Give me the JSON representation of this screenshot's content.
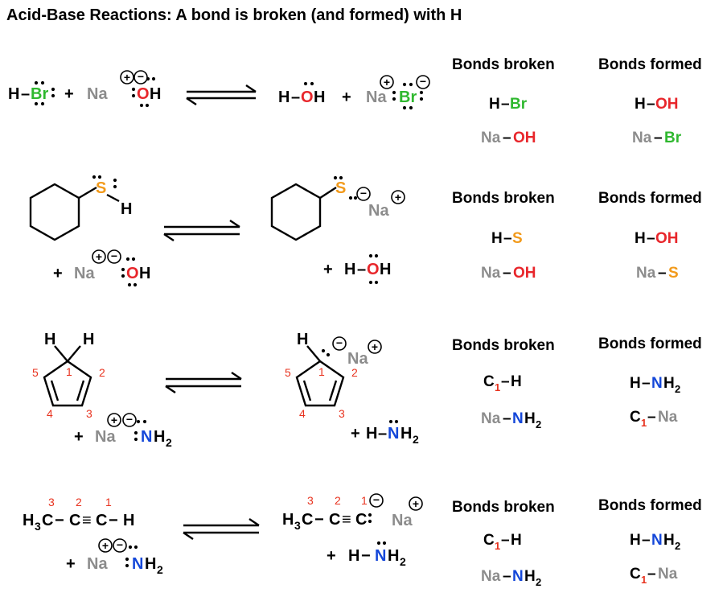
{
  "title": "Acid-Base Reactions: A bond is broken (and formed) with H",
  "colors": {
    "black": "#000000",
    "gray": "#8c8c8c",
    "green": "#2fb82f",
    "red": "#e8262b",
    "orange": "#f29a1b",
    "blue": "#1447d9",
    "locant": "#e8331f"
  },
  "common": {
    "plus": "+",
    "na": "Na",
    "charge_plus": "+",
    "charge_minus": "−",
    "h": "H",
    "c": "C",
    "s": "S",
    "n": "N",
    "sub2": "2",
    "sub3": "3",
    "h3c": "H",
    "dash": "–",
    "hyphen": "−",
    "triple": "≡",
    "colon": ":"
  },
  "rxn1": {
    "br": "Br",
    "o": "O",
    "broken_header": "Bonds broken",
    "formed_header": "Bonds formed",
    "broken": [
      {
        "a": "H",
        "b": "Br"
      },
      {
        "a": "Na",
        "b": "OH"
      }
    ],
    "formed": [
      {
        "a": "H",
        "b": "OH"
      },
      {
        "a": "Na",
        "b": "Br"
      }
    ]
  },
  "rxn2": {
    "broken_header": "Bonds broken",
    "formed_header": "Bonds formed",
    "broken": [
      {
        "a": "H",
        "b": "S"
      },
      {
        "a": "Na",
        "b": "OH"
      }
    ],
    "formed": [
      {
        "a": "H",
        "b": "OH"
      },
      {
        "a": "Na",
        "b": "S"
      }
    ]
  },
  "rxn3": {
    "locants": [
      "1",
      "2",
      "3",
      "4",
      "5"
    ],
    "broken_header": "Bonds broken",
    "formed_header": "Bonds formed",
    "broken_c1": {
      "c": "C",
      "sub": "1",
      "b": "H"
    },
    "broken_nanh2": {
      "a": "Na",
      "n": "N",
      "h": "H",
      "sub": "2"
    },
    "formed_hnh2": {
      "a": "H",
      "n": "N",
      "h": "H",
      "sub": "2"
    },
    "formed_c1na": {
      "c": "C",
      "sub": "1",
      "b": "Na"
    }
  },
  "rxn4": {
    "locants": [
      "3",
      "2",
      "1"
    ],
    "broken_header": "Bonds broken",
    "formed_header": "Bonds formed",
    "broken_c1": {
      "c": "C",
      "sub": "1",
      "b": "H"
    },
    "broken_nanh2": {
      "a": "Na",
      "n": "N",
      "h": "H",
      "sub": "2"
    },
    "formed_hnh2": {
      "a": "H",
      "n": "N",
      "h": "H",
      "sub": "2"
    },
    "formed_c1na": {
      "c": "C",
      "sub": "1",
      "b": "Na"
    }
  }
}
